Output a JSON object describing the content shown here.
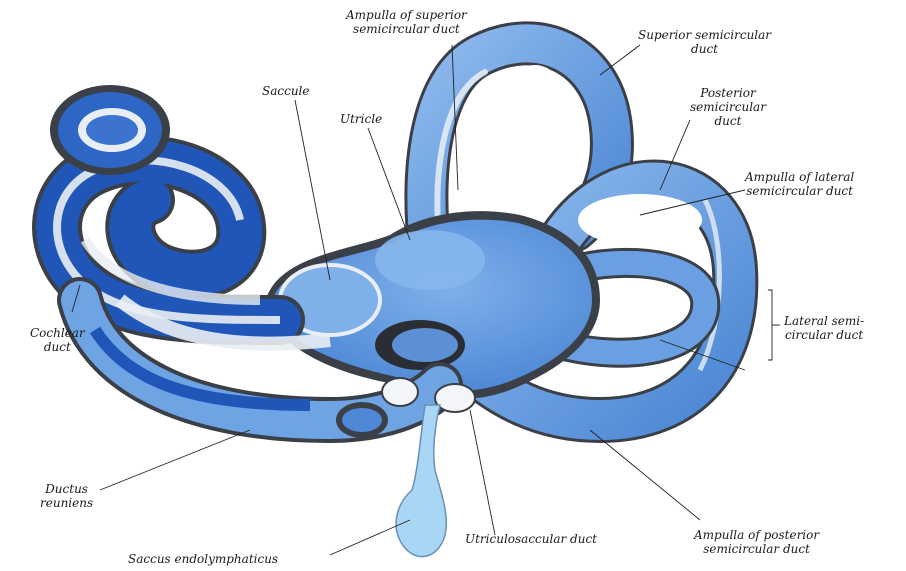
{
  "labels": {
    "ampulla_superior": "Ampulla of superior\nsemicircular duct",
    "superior_duct": "Superior semicircular\nduct",
    "saccule": "Saccule",
    "utricle": "Utricle",
    "posterior_duct": "Posterior\nsemicircular\nduct",
    "ampulla_lateral": "Ampulla of lateral\nsemicircular duct",
    "lateral_duct": "Lateral semi-\ncircular duct",
    "cochlear_duct": "Cochlear\nduct",
    "ductus_reuniens": "Ductus\nreuniens",
    "utriculosaccular_duct": "Utriculosaccular duct",
    "ampulla_posterior": "Ampulla of posterior\nsemicircular duct",
    "saccus_endolymphaticus": "Saccus endolymphaticus"
  },
  "colors": {
    "duct_blue": "#5b95dd",
    "duct_deep": "#1f56b8",
    "duct_light": "#9cc3ef",
    "membrane": "#e9eef4",
    "outline": "#3b3f47",
    "sac": "#a9d6f5"
  }
}
